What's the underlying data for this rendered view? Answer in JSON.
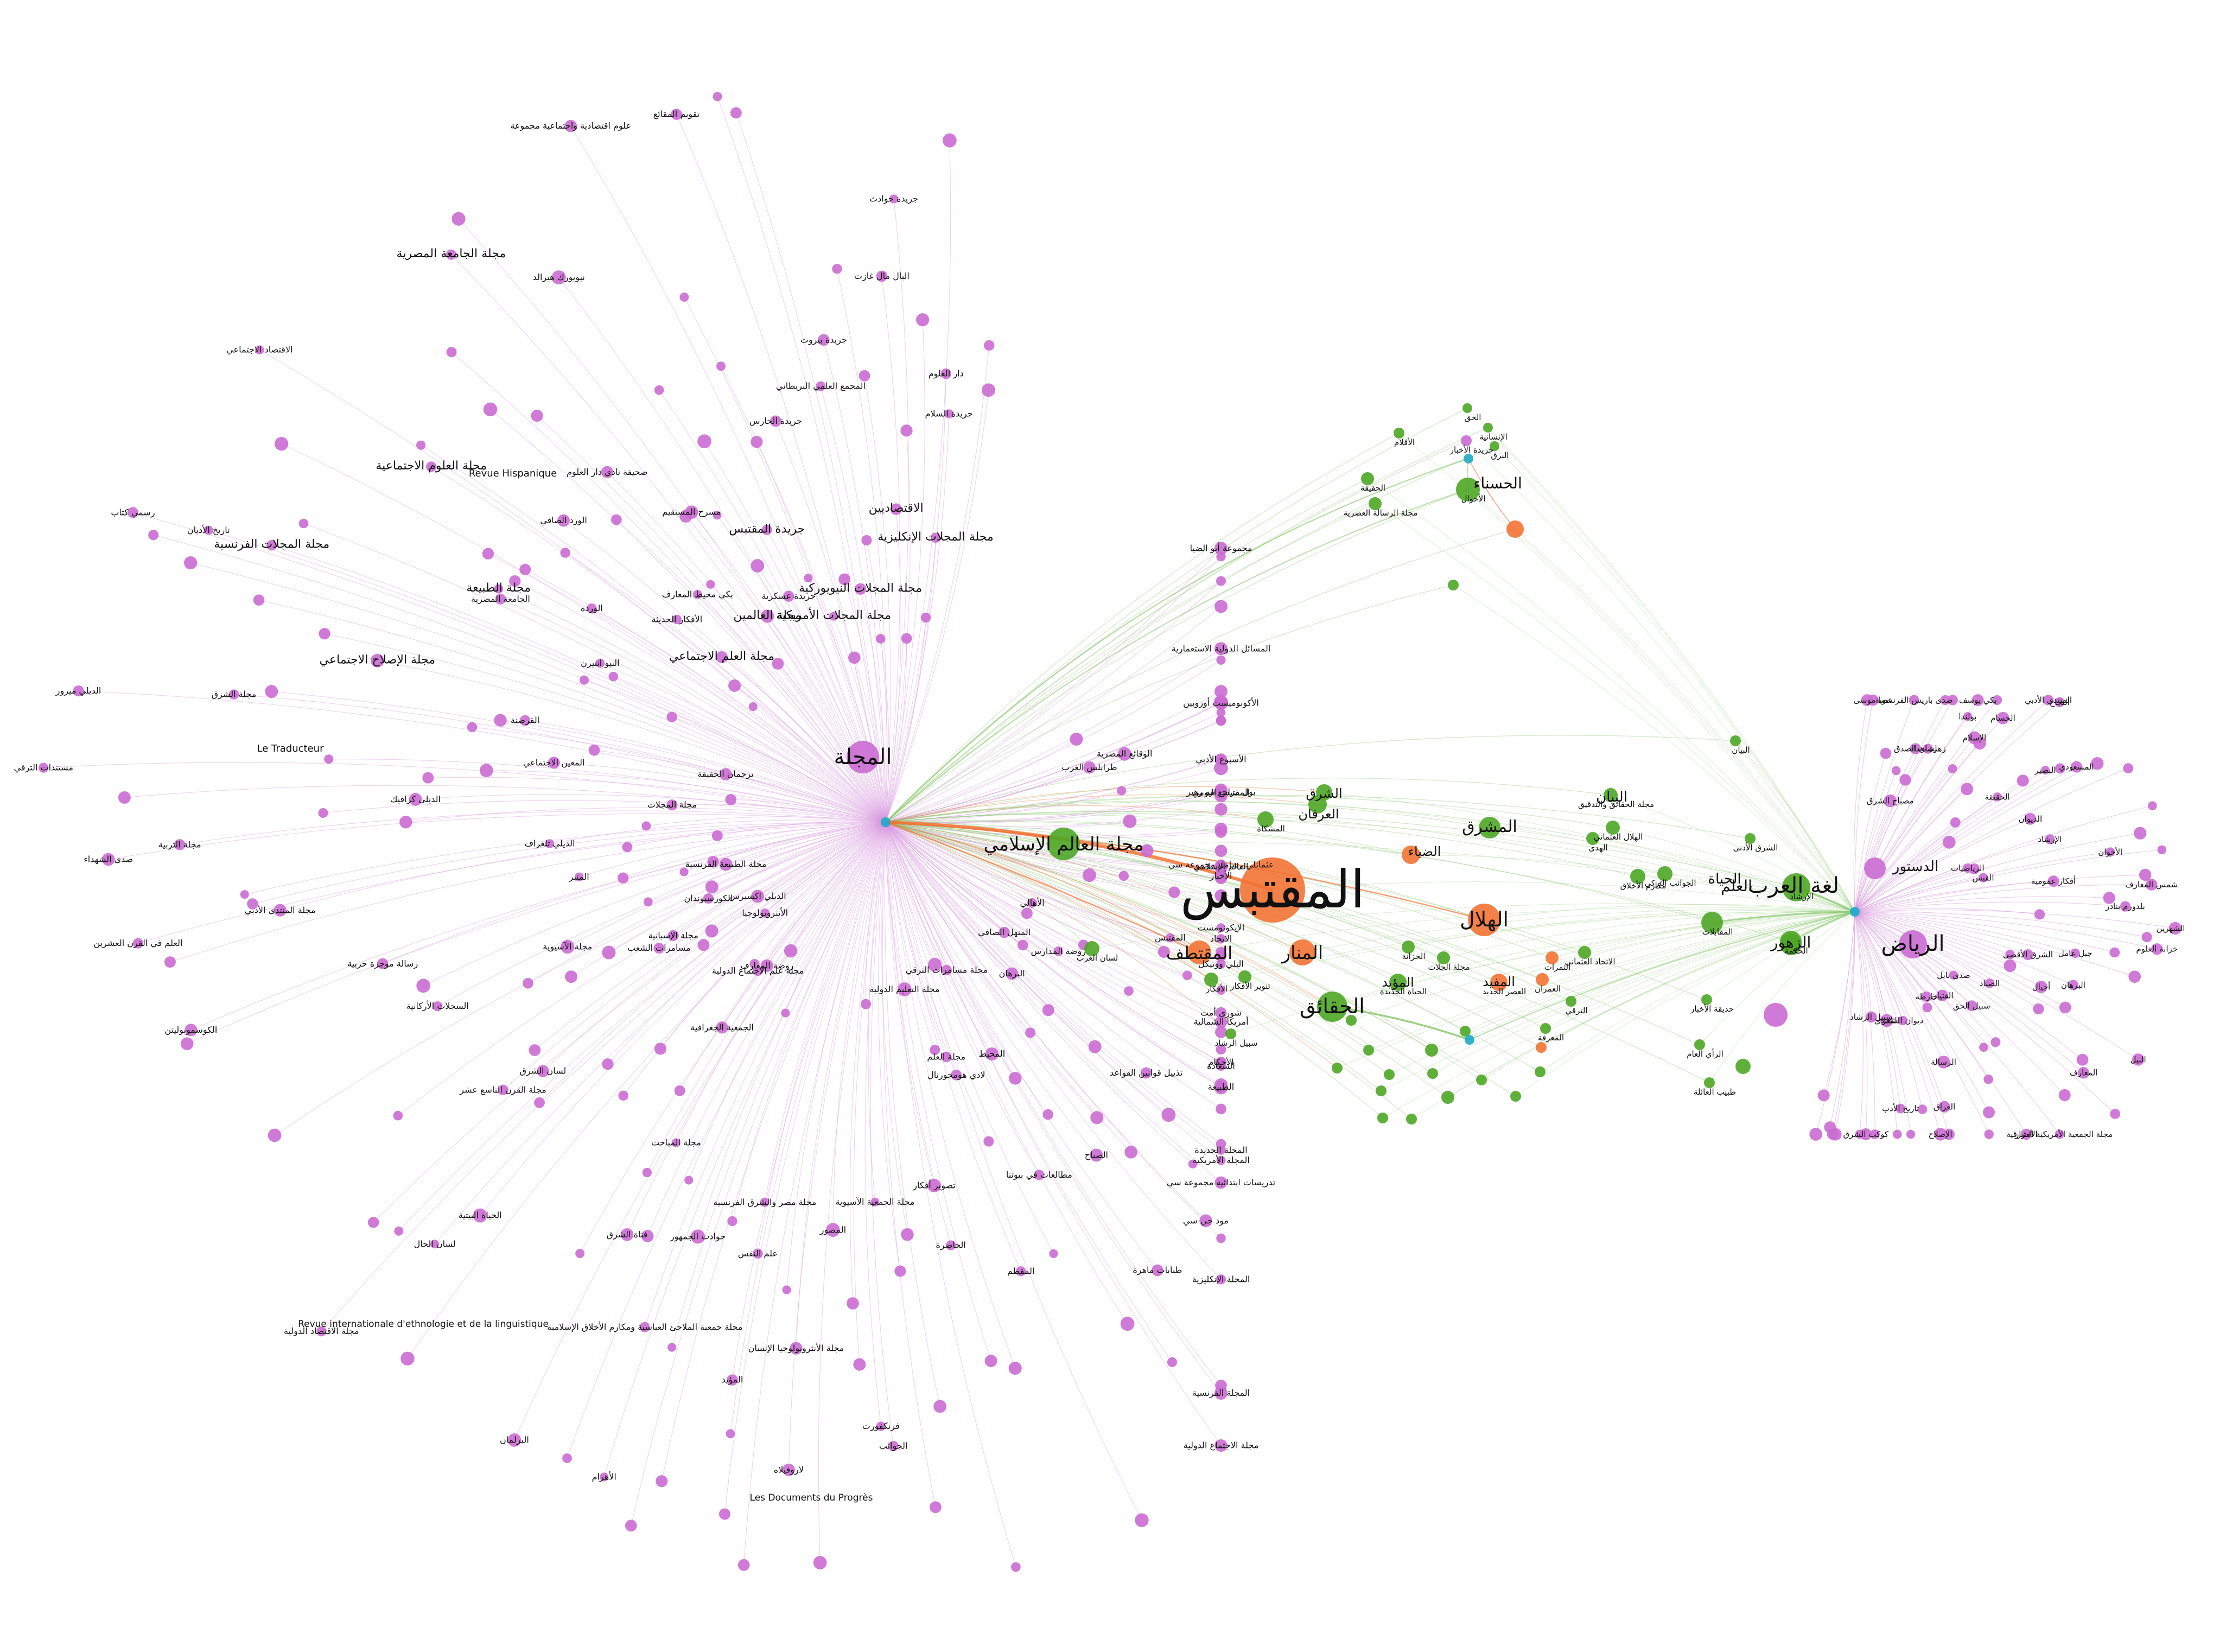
{
  "colors": {
    "purple": "#CB6BD3",
    "green": "#4EA626",
    "orange": "#F27334",
    "cyan": "#1FA9C9",
    "edge_purple": "#D99AE0",
    "edge_green": "#8CC972",
    "edge_orange": "#F27334"
  },
  "hubs": {
    "majalla": {
      "label": "المجلة",
      "color": "purple"
    },
    "lughat": {
      "label": "لغة العرب",
      "color": "green"
    },
    "riyad": {
      "label": "الرياض",
      "color": "purple"
    }
  },
  "major_labels": [
    {
      "label": "المقتبس",
      "color": "orange",
      "size": "xl"
    },
    {
      "label": "مجلة العالم الإسلامي",
      "color": "green",
      "size": "l"
    },
    {
      "label": "الهلال",
      "color": "orange",
      "size": "l"
    },
    {
      "label": "الحقائق",
      "color": "green",
      "size": "l"
    },
    {
      "label": "المشرق",
      "color": "green",
      "size": "m"
    },
    {
      "label": "المنار",
      "color": "orange",
      "size": "m"
    },
    {
      "label": "المقتطف",
      "color": "orange",
      "size": "m"
    },
    {
      "label": "الحسناء",
      "color": "green",
      "size": "m"
    },
    {
      "label": "العلم",
      "color": "green",
      "size": "m"
    },
    {
      "label": "الزهور",
      "color": "green",
      "size": "m"
    },
    {
      "label": "الحياة",
      "color": "green",
      "size": "m"
    },
    {
      "label": "البيان",
      "color": "green",
      "size": "m"
    },
    {
      "label": "الضياء",
      "color": "orange",
      "size": "m"
    },
    {
      "label": "الشرق",
      "color": "green",
      "size": "m"
    },
    {
      "label": "العرفان",
      "color": "green",
      "size": "m"
    },
    {
      "label": "المفيد",
      "color": "orange",
      "size": "m"
    },
    {
      "label": "المؤيد",
      "color": "green",
      "size": "m"
    },
    {
      "label": "الدستور",
      "color": "purple",
      "size": "m"
    }
  ],
  "majalla_cluster_labels": [
    "مجلة المجلات الإنكليزية",
    "الاقتصاديين",
    "مجلة المجلات النيويوركية",
    "مجلة المجلات الأمريكية",
    "جريدة المقتبس",
    "مجلة العالمين",
    "مجلة الجامعة المصرية",
    "مجلة العلم الاجتماعي",
    "مجلة العلوم الاجتماعية",
    "مجلة الطبيعة",
    "مجلة المجلات الفرنسية",
    "مجلة الإصلاح الاجتماعي",
    "مجلة الشرق",
    "مجلة المجلات",
    "مجلة التربية",
    "مجلة المنتدى الأدبي",
    "مجلة الطبيعة الفرنسية",
    "مجلة الآسيوية",
    "مجلة الإسبانية",
    "مجلة القرن التاسع عشر",
    "مجلة الاقتصاد الدولية",
    "مجلة علم الاجتماع الدولية",
    "مجلة المباحث",
    "مجلة جمعية الملاجئ العباسية ومكارم الأخلاق الإسلامية",
    "مجلة مصر والشرق الفرنسية",
    "مجلة الأنثروبولوجيا الإنسان",
    "مجلة الجمعية الآسيوية",
    "مجلة التعليم الدولية",
    "مجلة العلم",
    "مجلة مسامرات الترقي",
    "مجلة الاجتماع الدولية",
    "المجلة الفرنسية",
    "المجلة الأمريكية",
    "المجلة الإنكليزية",
    "المجلة الجديدة",
    "الطبيعة",
    "الأحكام",
    "الإيكونومست",
    "العالم الإسلامي",
    "المقتبس اليومي",
    "الأسبوع الأدبي",
    "طرابلس الغرب",
    "مجموعة أبو الضيا",
    "جريدة السلام",
    "جريدة حوادث",
    "جريدة بيروت",
    "جريدة الحارس",
    "جريدة عسكرية",
    "نيويورك هيرالد",
    "صحيفة نادي دار العلوم",
    "الأفكار الحديثة",
    "الاقتصاد الاجتماعي",
    "الجامعة المصرية",
    "تاريخ الأديان",
    "ترجمان الحقيقة",
    "المعين الاجتماعي",
    "مستندات الترقي",
    "صدى الشهداء",
    "العلم في القرن العشرين",
    "رسالة موجزة حربية",
    "السجلات الأركانية",
    "مسامرات الشعب",
    "لسان الشرق",
    "لسان الحال",
    "روضة المعارف",
    "فتاة الشرق",
    "حوادث الجمهور",
    "علم النفس",
    "لاروفيلاه",
    "فرنكفورت",
    "تصوير أفكار",
    "لادي هومجورنال",
    "مطالعات في بيوتنا",
    "طبابات ماهرة",
    "مود جي سي",
    "تذييل قوانين القواعد",
    "روضة المدارس",
    "تدريسات ابتدائية مجموعة سي",
    "شورى أمت",
    "أمريكا الشمالية",
    "البلي ووتيكل",
    "عثمانلي رسامل مجموعة سي",
    "بول مراجع بنه رهبر",
    "الأكونوميست أوروبين",
    "الوقائع المصرية",
    "المسائل الدولية الاستعمارية",
    "دار العلوم",
    "البال مال غازت",
    "المجمع العلمي البريطاني",
    "تقويم المقائع",
    "علوم اقتصادية واجتماعية مجموعة",
    "مسرح المستقيم",
    "بكي محيط المعارف",
    "الورد الصافي",
    "الوردة",
    "النيو انتيرن",
    "رسمي كتاب",
    "القرصنة",
    "الديلي ميرور",
    "الديلي كرافيك",
    "الديلي تلغراف",
    "المنبر",
    "الكوسموبوليتن",
    "الكورسبوندان",
    "الديلي اكسبرس",
    "الأنتروبولوجيا",
    "الحياة البيتية",
    "الجمعية الجغرافية",
    "البرلمان",
    "الأهرام",
    "المؤيد",
    "المصور",
    "الجوائب",
    "الحاضرة",
    "المقطم",
    "المحيط",
    "الصباح",
    "البرهان",
    "المنهل الصافي",
    "السعادة",
    "الأهالي",
    "المقتبس",
    "الاتحاد",
    "الأخبار"
  ],
  "center_labels": [
    "المشكاة",
    "العصر الجديد",
    "الحياة الجديدة",
    "مجلة الجلات",
    "الخزانة",
    "الثمرات",
    "الاتحاد العثماني",
    "العمران",
    "الترقي",
    "المعرفة",
    "الأفكار",
    "تنوير الأفكار",
    "لسان العرب",
    "سبيل الرشاد",
    "الهلال العثماني",
    "مجلة الحقائق والتدقيق",
    "الهدى",
    "مكارم الأخلاق",
    "الجوائب التركي",
    "المقابلات",
    "الحكمة",
    "الإرشاد",
    "البيان",
    "الشرق الأدنى",
    "الرأي العام",
    "حديقة الأخبار",
    "طبيب العائلة",
    "الأحوال",
    "الحقيقة",
    "مجلة الرسالة العصرية",
    "الأقلام",
    "جريدة الأخبار",
    "الإنسانية",
    "البرق",
    "الحق"
  ],
  "riyad_cluster_labels": [
    "عصا موسى",
    "مصباح الشرق",
    "صدى باريس الفرنسوية",
    "لسان الصدق",
    "زهرة بغداد",
    "بكي يوسف",
    "بولندا",
    "الإسلام",
    "الحسام",
    "المنتدى الأدبي",
    "النجاح",
    "الحقيقة",
    "البصير",
    "المسعودي",
    "الديوان",
    "الرياضيات",
    "الإرشاد",
    "القبس",
    "الأخوان",
    "أفكار عمومية",
    "شمس المعارف",
    "بلدورم بنادر",
    "الشهرين",
    "خزانة العلوم",
    "جبل عامل",
    "الشرق الأقصى",
    "البرهان",
    "أجيال",
    "النيل",
    "الصياد",
    "المعارف",
    "صدى بابل",
    "سبيل الحق",
    "مجلة الجمعية الأمريكية الشرقية",
    "الفتيان",
    "الأحرار",
    "خارطه",
    "الرسالة",
    "العراق",
    "الإصلاح",
    "ديوان الشعر",
    "تاريخ الأدب",
    "المنتدى",
    "كوكب الشرق",
    "سبيل الرشاد"
  ],
  "latin_labels": [
    "Revue Hispanique",
    "Le Traducteur",
    "Revue internationale d'ethnologie et de la linguistique",
    "Les Documents du Progrès"
  ]
}
